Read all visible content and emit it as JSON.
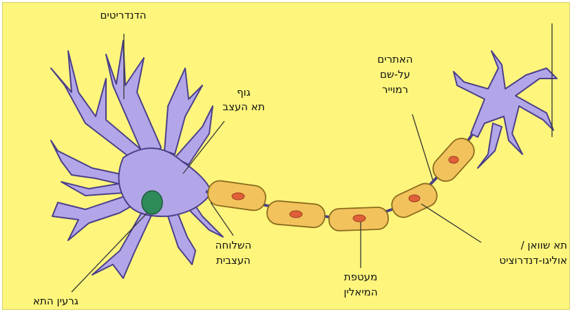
{
  "labels": {
    "dendrites": "הדנדריטים",
    "cell_body_line1": "גוף",
    "cell_body_line2": "תא העצב",
    "nodes_line1": "האתרים",
    "nodes_line2": "על-שם",
    "nodes_line3": "רמוייר",
    "axon_line1": "השלוחה",
    "axon_line2": "העצבית",
    "nucleus": "גרעין התא",
    "myelin_line1": "מעטפת",
    "myelin_line2": "המיאלין",
    "schwann_line1": "תא שוואן /",
    "schwann_line2": "אוליגו-דנדרוציט"
  },
  "colors": {
    "background": "#fdf57c",
    "neuron_fill": "#b3a6e8",
    "neuron_stroke": "#4a3f8a",
    "myelin_fill": "#f2c25c",
    "myelin_stroke": "#8a6a1c",
    "myelin_nucleus": "#e0603a",
    "cell_nucleus": "#2f8a5a"
  }
}
